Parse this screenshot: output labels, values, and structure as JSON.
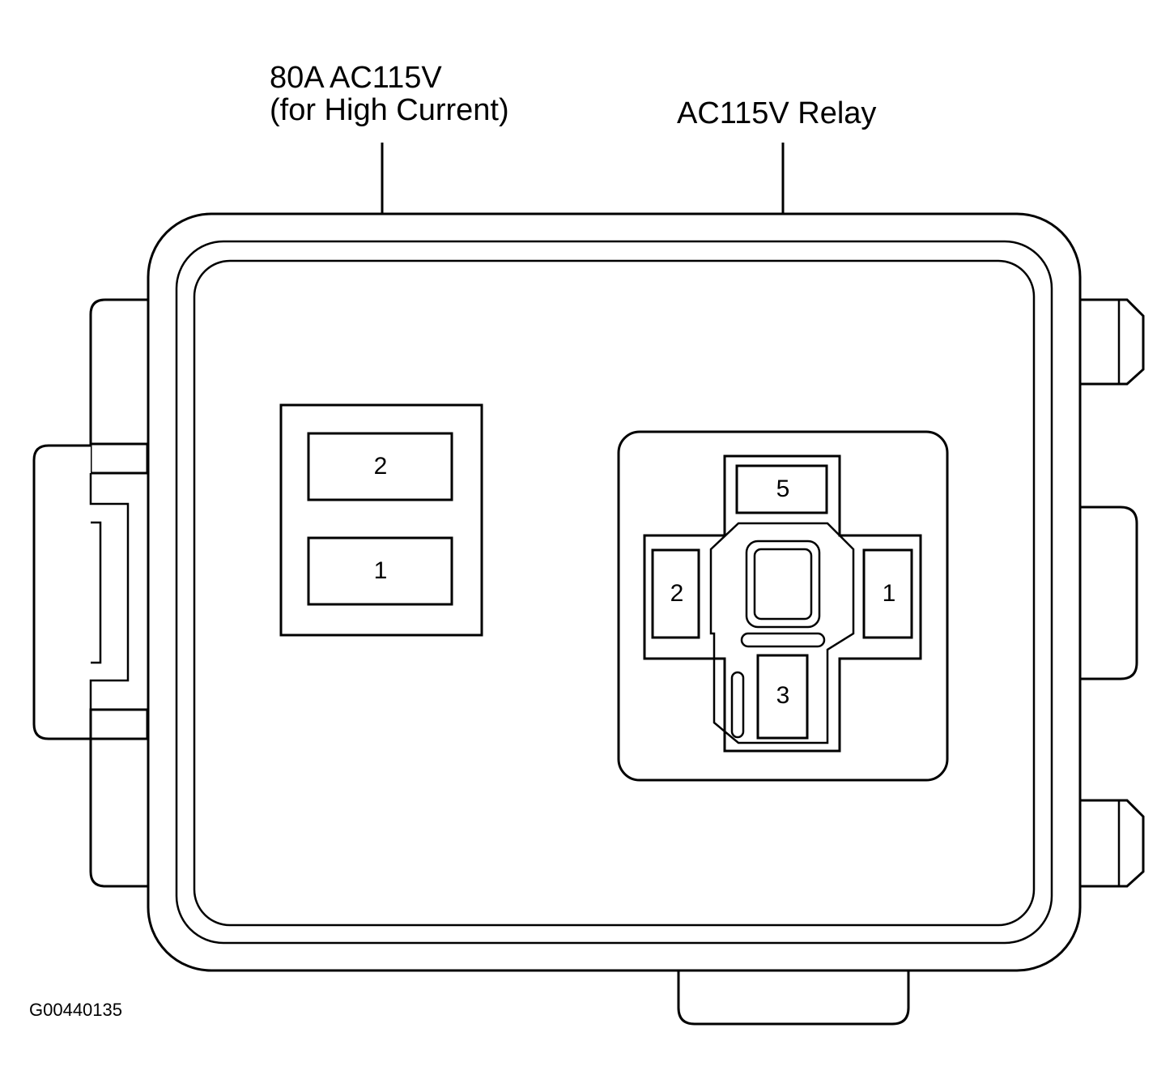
{
  "labels": {
    "fuse_line1": "80A AC115V",
    "fuse_line2": "(for High Current)",
    "relay": "AC115V Relay",
    "figure_code": "G00440135"
  },
  "fuse": {
    "slots": [
      "2",
      "1"
    ]
  },
  "relay": {
    "terminals": {
      "top": "5",
      "left": "2",
      "right": "1",
      "bottom": "3"
    }
  },
  "colors": {
    "line": "#000000",
    "background": "#ffffff"
  }
}
